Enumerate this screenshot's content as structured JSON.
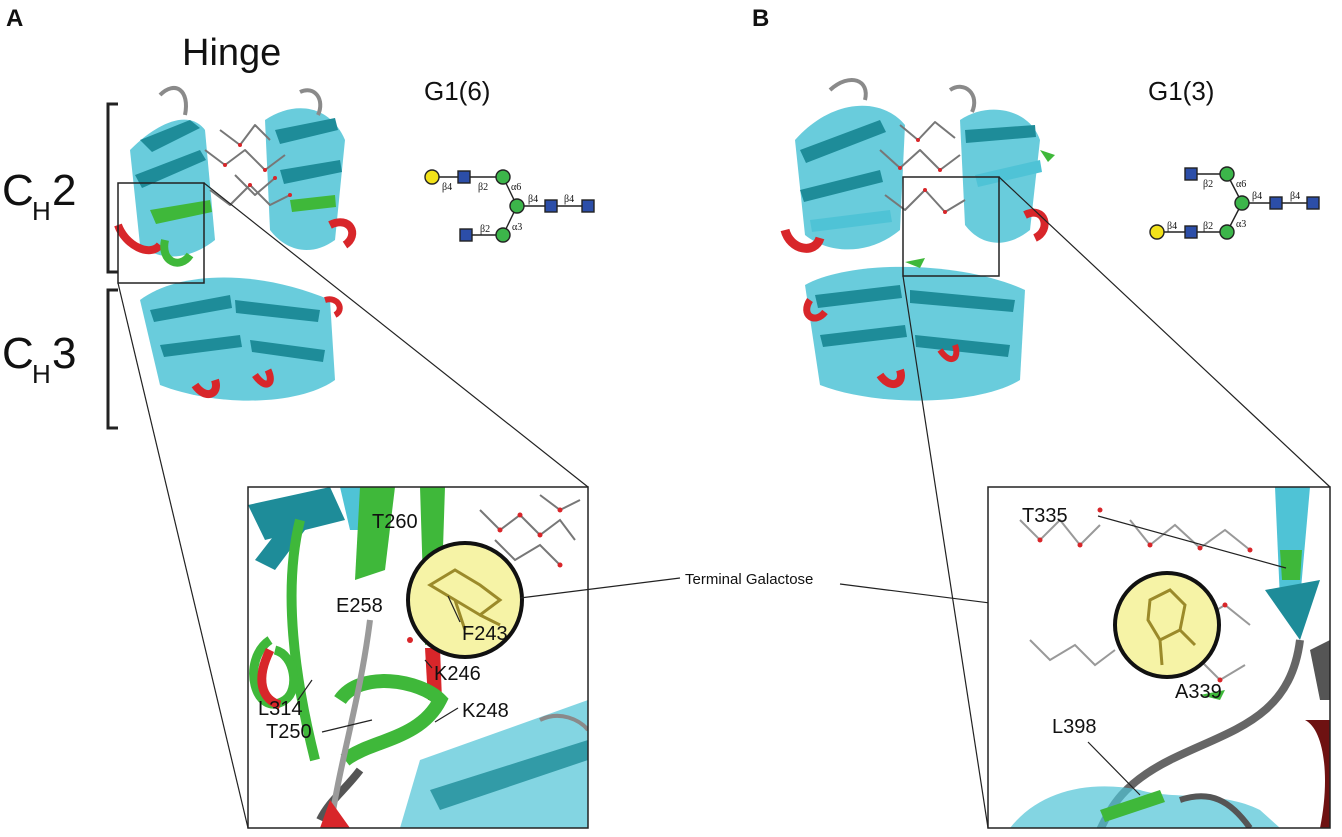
{
  "panels": {
    "a": {
      "letter": "A",
      "hinge": "Hinge",
      "ch2_main": "C",
      "ch2_sub": "H",
      "ch2_num": "2",
      "ch3_main": "C",
      "ch3_sub": "H",
      "ch3_num": "3",
      "glycan_title": "G1(6)",
      "glycan_links": [
        "β4",
        "β2",
        "α6",
        "β4",
        "β4",
        "β2",
        "α3"
      ],
      "residues": [
        "T260",
        "E258",
        "F243",
        "K246",
        "L314",
        "K248",
        "T250"
      ]
    },
    "b": {
      "letter": "B",
      "glycan_title": "G1(3)",
      "glycan_links": [
        "β2",
        "α6",
        "β4",
        "β4",
        "β4",
        "β2",
        "α3"
      ],
      "residues": [
        "T335",
        "A339",
        "L398"
      ]
    }
  },
  "shared_label": "Terminal Galactose",
  "colors": {
    "cyan": "#4fc3d6",
    "teal": "#1e8c99",
    "green": "#3fb83a",
    "red": "#d8262a",
    "gray": "#8a8a8a",
    "galactose": "#f2e21a",
    "glcnac": "#2c4ea8",
    "mannose": "#3cb54a",
    "highlight": "#f6f3a6"
  }
}
